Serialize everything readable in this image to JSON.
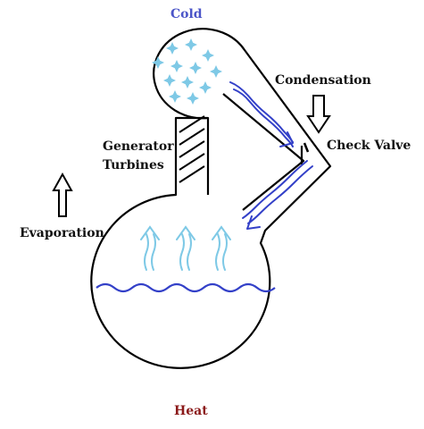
{
  "labels": {
    "cold": "Cold",
    "heat": "Heat",
    "condensation": "Condensation",
    "check_valve": "Check Valve",
    "generator_line1": "Generator",
    "generator_line2": "Turbines",
    "evaporation": "Evaporation"
  },
  "colors": {
    "cold": "#4b55c8",
    "heat": "#8b1a1a",
    "outline": "#000000",
    "water": "#3340c8",
    "flow_arrow": "#3340c8",
    "vapor": "#7ec9e6",
    "ice_crystal": "#7ec9e6",
    "text": "#111111"
  },
  "icons": {
    "crystal": "four-point-star-icon",
    "direction_up": "hollow-up-arrow-icon",
    "direction_down": "hollow-down-arrow-icon"
  }
}
